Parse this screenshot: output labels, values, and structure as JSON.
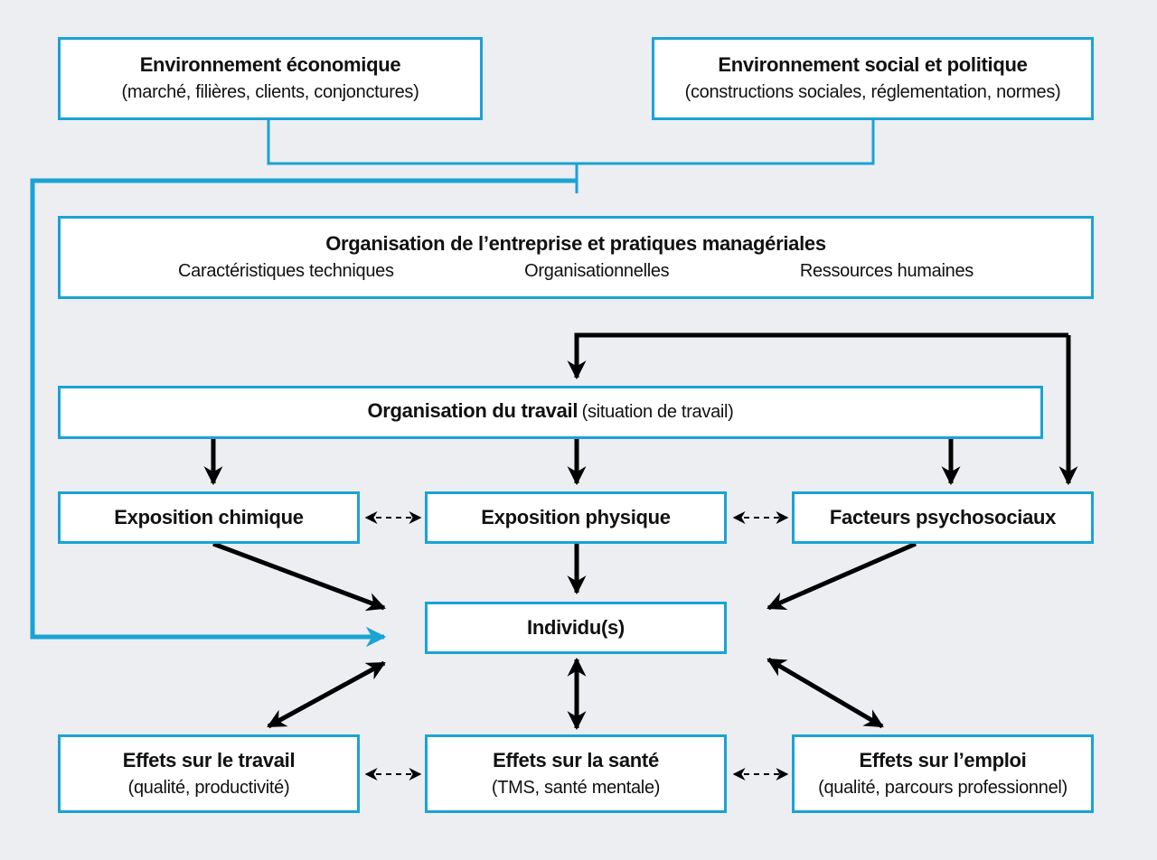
{
  "boxes": {
    "eco": {
      "title": "Environnement économique",
      "sub": "(marché, filières, clients, conjonctures)"
    },
    "soc": {
      "title": "Environnement social et politique",
      "sub": "(constructions sociales, réglementation, normes)"
    },
    "org": {
      "title": "Organisation de l’entreprise et pratiques managériales",
      "cols": [
        "Caractéristiques techniques",
        "Organisationnelles",
        "Ressources humaines"
      ]
    },
    "trav": {
      "title": "Organisation du travail",
      "sub": "(situation de travail)"
    },
    "chim": {
      "title": "Exposition chimique"
    },
    "phys": {
      "title": "Exposition physique"
    },
    "psy": {
      "title": "Facteurs psychosociaux"
    },
    "ind": {
      "title": "Individu(s)"
    },
    "eft": {
      "title": "Effets sur le travail",
      "sub": "(qualité, productivité)"
    },
    "efs": {
      "title": "Effets sur la santé",
      "sub": "(TMS, santé mentale)"
    },
    "efe": {
      "title": "Effets sur l’emploi",
      "sub": "(qualité, parcours professionnel)"
    }
  },
  "colors": {
    "accent": "#1aa3d5",
    "arrow": "#000000",
    "background": "#eceef1"
  }
}
